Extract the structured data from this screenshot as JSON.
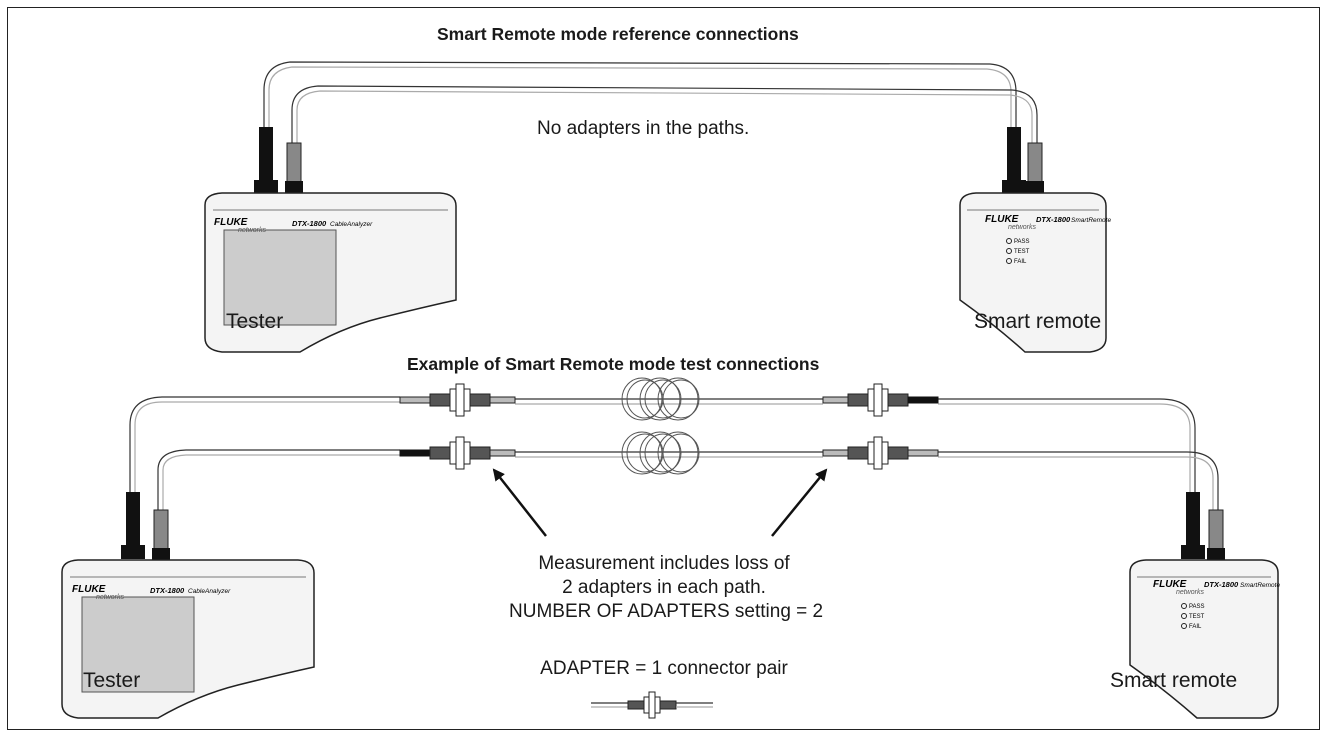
{
  "top_section": {
    "title": "Smart Remote mode reference connections",
    "note": "No adapters in the paths.",
    "tester_label": "Tester",
    "remote_label": "Smart remote"
  },
  "bottom_section": {
    "title": "Example of Smart Remote mode test connections",
    "note_lines": [
      "Measurement includes loss of",
      "2 adapters in each path.",
      "NUMBER OF ADAPTERS setting = 2"
    ],
    "adapter_legend": "ADAPTER = 1 connector pair",
    "tester_label": "Tester",
    "remote_label": "Smart remote"
  },
  "devices": {
    "brand": "FLUKE",
    "brand_sub": "networks",
    "tester_model": "DTX-1800",
    "tester_type": "CableAnalyzer",
    "remote_model_top": "DTX-1800",
    "remote_model_bottom": "DTX-1800",
    "remote_type": "SmartRemote",
    "leds": [
      "PASS",
      "TEST",
      "FAIL"
    ]
  }
}
